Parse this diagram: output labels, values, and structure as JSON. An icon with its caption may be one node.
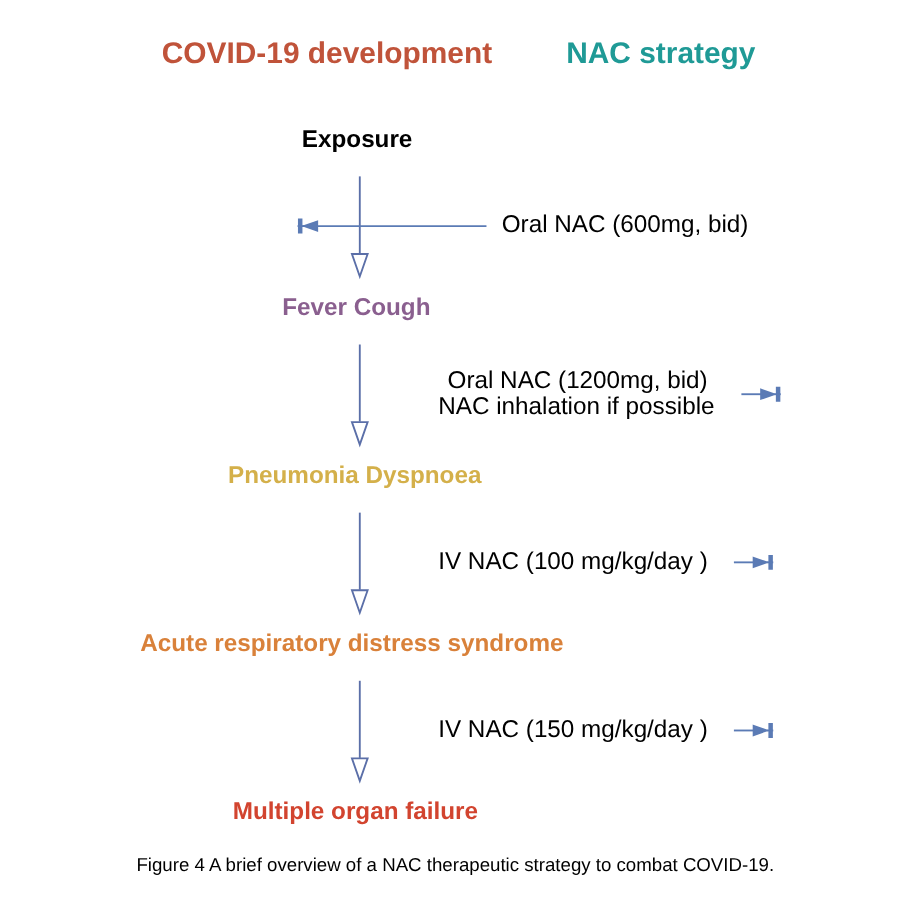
{
  "diagram": {
    "caption": "Figure 4 A brief overview of a NAC therapeutic strategy to combat COVID-19.",
    "nodes": [
      {
        "text": [
          "Exposure"
        ]
      },
      {
        "text": [
          "Fever Cough"
        ]
      },
      {
        "text": [
          "Pneumonia Dyspnoea"
        ]
      },
      {
        "text": [
          "Acute respiratory distress syndrome"
        ]
      },
      {
        "text": [
          "Multiple organ failure"
        ]
      },
      {
        "text": [
          "Oral NAC (600mg, bid)"
        ]
      },
      {
        "text": [
          "Oral NAC (1200mg, bid)",
          "NAC inhalation if possible"
        ]
      },
      {
        "text": [
          "IV NAC (100 mg/kg/day )"
        ]
      },
      {
        "text": [
          "IV NAC (150 mg/kg/day )"
        ]
      }
    ],
    "edges": [
      {
        "from": 0,
        "to": 1,
        "arrow": "to"
      },
      {
        "from": 1,
        "to": 2,
        "arrow": "to"
      },
      {
        "from": 2,
        "to": 3,
        "arrow": "to"
      },
      {
        "from": 3,
        "to": 4,
        "arrow": "to"
      },
      {
        "from": 5,
        "to": null,
        "arrow": "to",
        "color": "#5b7bb5"
      },
      {
        "from": 6,
        "to": null,
        "arrow": "to",
        "color": "#5b7bb5"
      },
      {
        "from": 7,
        "to": null,
        "arrow": "to",
        "color": "#5b7bb5"
      },
      {
        "from": 8,
        "to": null,
        "arrow": "to",
        "color": "#5b7bb5"
      }
    ],
    "labels": [
      "COVID-19 development",
      "NAC strategy"
    ]
  }
}
